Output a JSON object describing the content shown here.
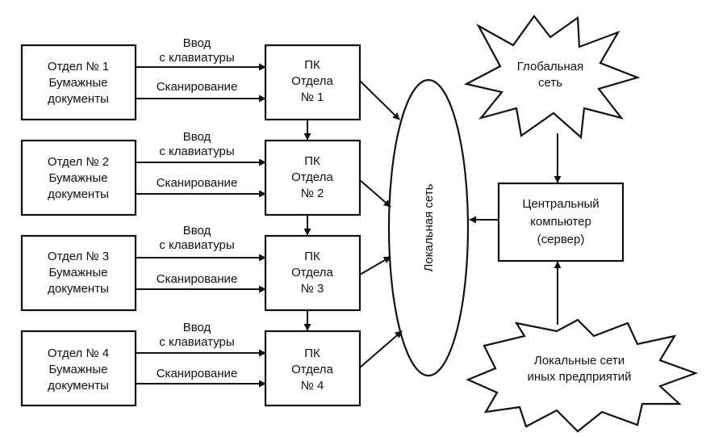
{
  "departments": [
    {
      "lines": [
        "Отдел № 1",
        "Бумажные",
        "документы"
      ]
    },
    {
      "lines": [
        "Отдел № 2",
        "Бумажные",
        "документы"
      ]
    },
    {
      "lines": [
        "Отдел № 3",
        "Бумажные",
        "документы"
      ]
    },
    {
      "lines": [
        "Отдел № 4",
        "Бумажные",
        "документы"
      ]
    }
  ],
  "pcs": [
    {
      "lines": [
        "ПК",
        "Отдела",
        "№ 1"
      ]
    },
    {
      "lines": [
        "ПК",
        "Отдела",
        "№ 2"
      ]
    },
    {
      "lines": [
        "ПК",
        "Отдела",
        "№ 3"
      ]
    },
    {
      "lines": [
        "ПК",
        "Отдела",
        "№ 4"
      ]
    }
  ],
  "input_labels": {
    "keyboard": [
      "Ввод",
      "с клавиатуры"
    ],
    "scanning": "Сканирование"
  },
  "local_network": "Локальная сеть",
  "global_network": [
    "Глобальная",
    "сеть"
  ],
  "server": [
    "Центральный",
    "компьютер",
    "(сервер)"
  ],
  "other_networks": [
    "Локальные сети",
    "иных предприятий"
  ]
}
